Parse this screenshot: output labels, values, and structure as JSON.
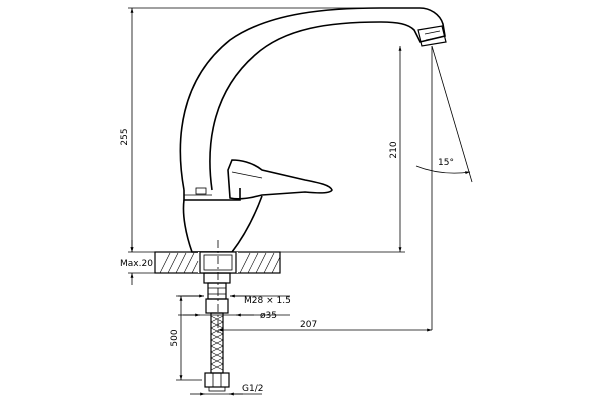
{
  "drawing": {
    "dimensions": {
      "total_height": "255",
      "spout_height": "210",
      "spout_reach": "207",
      "hose_length": "500",
      "max_counter_thickness": "Max.20",
      "thread": "M28 × 1.5",
      "diameter": "ø35",
      "connection": "G1/2",
      "swivel_angle": "15°"
    }
  }
}
